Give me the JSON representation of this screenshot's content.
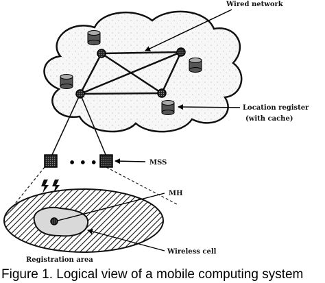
{
  "labels": {
    "wired_network": "Wired network",
    "location_register_line1": "Location register",
    "location_register_line2": "(with cache)",
    "mss": "MSS",
    "mh": "MH",
    "wireless_cell": "Wireless cell",
    "registration_area": "Registration area",
    "ellipsis": "• • •"
  },
  "caption": "Figure 1. Logical view of a mobile computing system"
}
